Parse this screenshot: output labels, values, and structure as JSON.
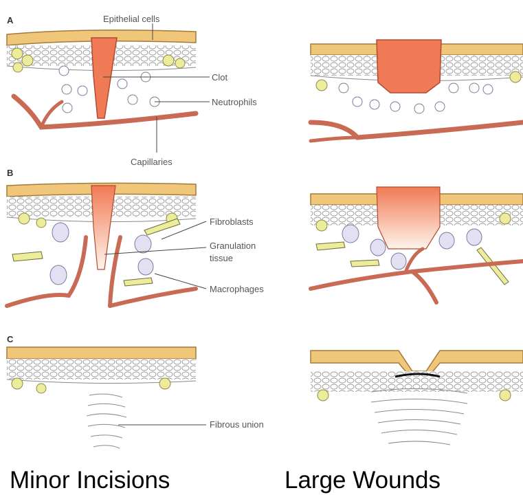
{
  "panels": [
    "A",
    "B",
    "C"
  ],
  "labels": {
    "epithelial": "Epithelial cells",
    "clot": "Clot",
    "neutrophils": "Neutrophils",
    "capillaries": "Capillaries",
    "fibroblasts": "Fibroblasts",
    "granulation_1": "Granulation",
    "granulation_2": "tissue",
    "macrophages": "Macrophages",
    "fibrous": "Fibrous union"
  },
  "captions": {
    "left": "Minor Incisions",
    "right": "Large Wounds"
  },
  "colors": {
    "epidermis": "#f0c77a",
    "clot": "#f07a55",
    "vessel": "#c96a55",
    "fat": "#ecec9a",
    "cell_outline": "#7a7a9a",
    "macrophage_fill": "#e4e0f4"
  }
}
